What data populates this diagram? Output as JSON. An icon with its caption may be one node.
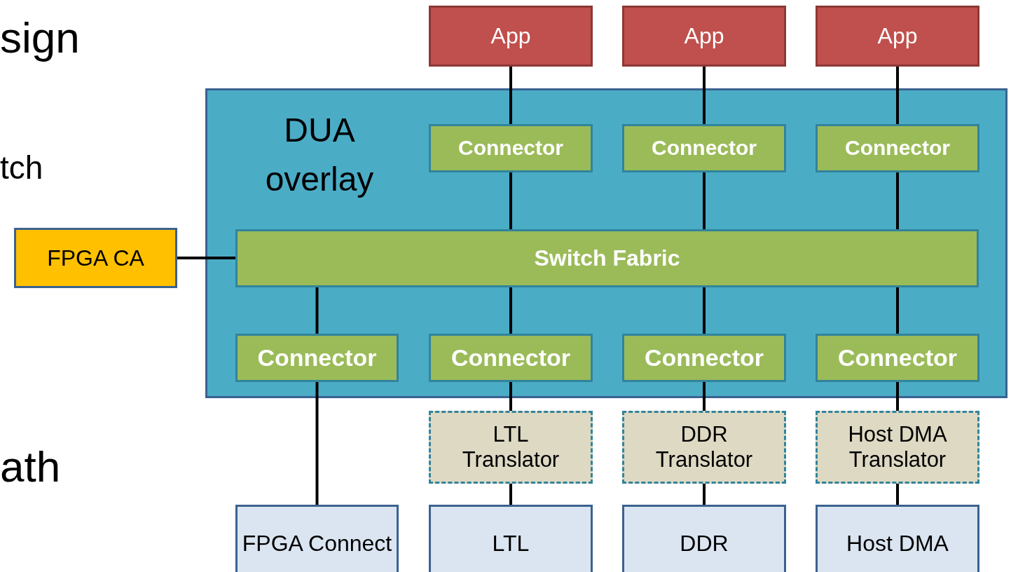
{
  "diagram": {
    "nodes": [
      {
        "text": [
          "App"
        ]
      },
      {
        "text": [
          "App"
        ]
      },
      {
        "text": [
          "App"
        ]
      },
      {
        "text": [
          "DUA overlay"
        ]
      },
      {
        "text": [
          "Connector"
        ],
        "in": 3
      },
      {
        "text": [
          "Connector"
        ],
        "in": 3
      },
      {
        "text": [
          "Connector"
        ],
        "in": 3
      },
      {
        "text": [
          "FPGA CA"
        ]
      },
      {
        "text": [
          "Switch Fabric"
        ],
        "in": 3
      },
      {
        "text": [
          "Connector"
        ],
        "in": 3
      },
      {
        "text": [
          "Connector"
        ],
        "in": 3
      },
      {
        "text": [
          "Connector"
        ],
        "in": 3
      },
      {
        "text": [
          "Connector"
        ],
        "in": 3
      },
      {
        "text": [
          "LTL Translator"
        ]
      },
      {
        "text": [
          "DDR Translator"
        ]
      },
      {
        "text": [
          "Host DMA Translator"
        ]
      },
      {
        "text": [
          "FPGA Connect"
        ]
      },
      {
        "text": [
          "LTL"
        ]
      },
      {
        "text": [
          "DDR"
        ]
      },
      {
        "text": [
          "Host DMA"
        ]
      }
    ],
    "edges": [
      {
        "from": 0,
        "to": 4,
        "arrow": "none"
      },
      {
        "from": 1,
        "to": 5,
        "arrow": "none"
      },
      {
        "from": 2,
        "to": 6,
        "arrow": "none"
      },
      {
        "from": 4,
        "to": 8,
        "arrow": "none"
      },
      {
        "from": 5,
        "to": 8,
        "arrow": "none"
      },
      {
        "from": 6,
        "to": 8,
        "arrow": "none"
      },
      {
        "from": 7,
        "to": 8,
        "arrow": "none"
      },
      {
        "from": 8,
        "to": 9,
        "arrow": "none"
      },
      {
        "from": 8,
        "to": 10,
        "arrow": "none"
      },
      {
        "from": 8,
        "to": 11,
        "arrow": "none"
      },
      {
        "from": 8,
        "to": 12,
        "arrow": "none"
      },
      {
        "from": 9,
        "to": 16,
        "arrow": "none"
      },
      {
        "from": 10,
        "to": 13,
        "arrow": "none"
      },
      {
        "from": 11,
        "to": 14,
        "arrow": "none"
      },
      {
        "from": 12,
        "to": 15,
        "arrow": "none"
      },
      {
        "from": 13,
        "to": 17,
        "arrow": "none"
      },
      {
        "from": 14,
        "to": 18,
        "arrow": "none"
      },
      {
        "from": 15,
        "to": 19,
        "arrow": "none"
      }
    ],
    "labels": [
      "sign",
      "tch",
      "ath"
    ]
  }
}
